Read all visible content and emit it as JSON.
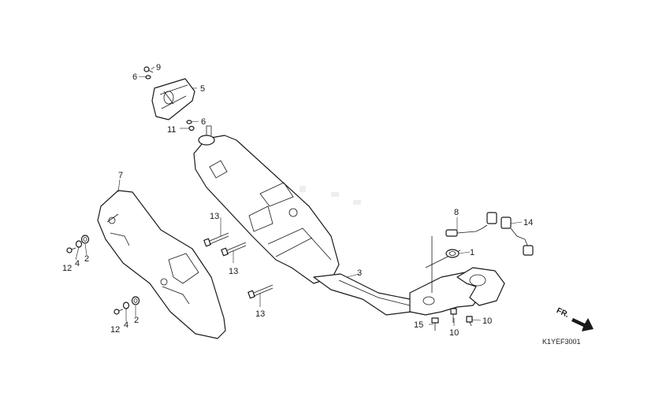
{
  "diagram": {
    "code": "K1YEF3001",
    "direction_label": "FR.",
    "callouts": {
      "c1": "1",
      "c2a": "2",
      "c2b": "2",
      "c3": "3",
      "c4a": "4",
      "c4b": "4",
      "c5": "5",
      "c6a": "6",
      "c6b": "6",
      "c7": "7",
      "c8": "8",
      "c9": "9",
      "c10a": "10",
      "c10b": "10",
      "c11": "11",
      "c12a": "12",
      "c12b": "12",
      "c13a": "13",
      "c13b": "13",
      "c13c": "13",
      "c14": "14",
      "c15": "15"
    }
  }
}
